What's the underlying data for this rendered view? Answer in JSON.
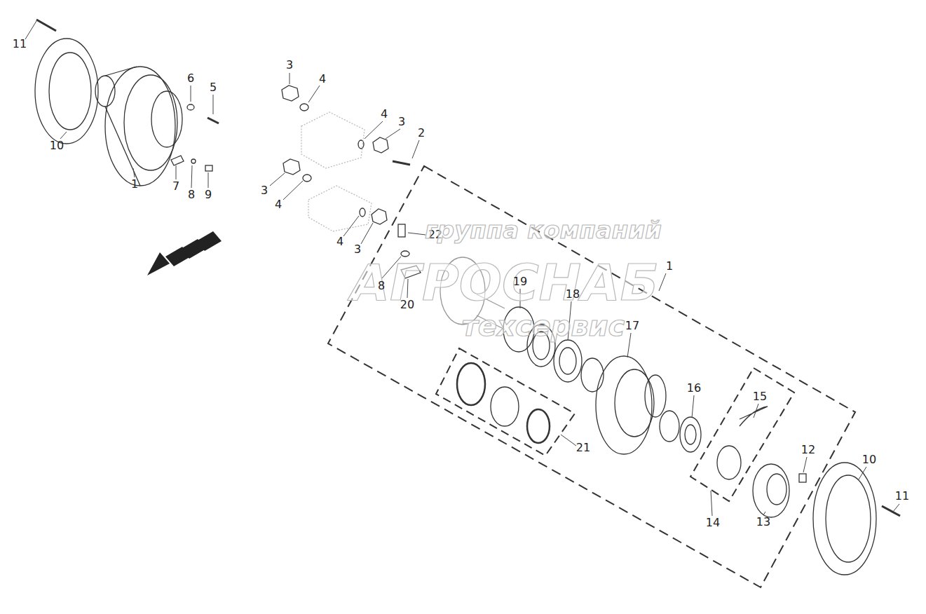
{
  "diagram": {
    "labels": [
      "11",
      "6",
      "5",
      "3",
      "4",
      "4",
      "3",
      "2",
      "10",
      "1",
      "7",
      "8",
      "9",
      "3",
      "4",
      "4",
      "3",
      "22",
      "группа компаний",
      "АГРОСНАБ",
      "техсервис",
      "8",
      "20",
      "1",
      "19",
      "18",
      "17",
      "16",
      "15",
      "21",
      "12",
      "10",
      "11",
      "14",
      "13"
    ]
  }
}
